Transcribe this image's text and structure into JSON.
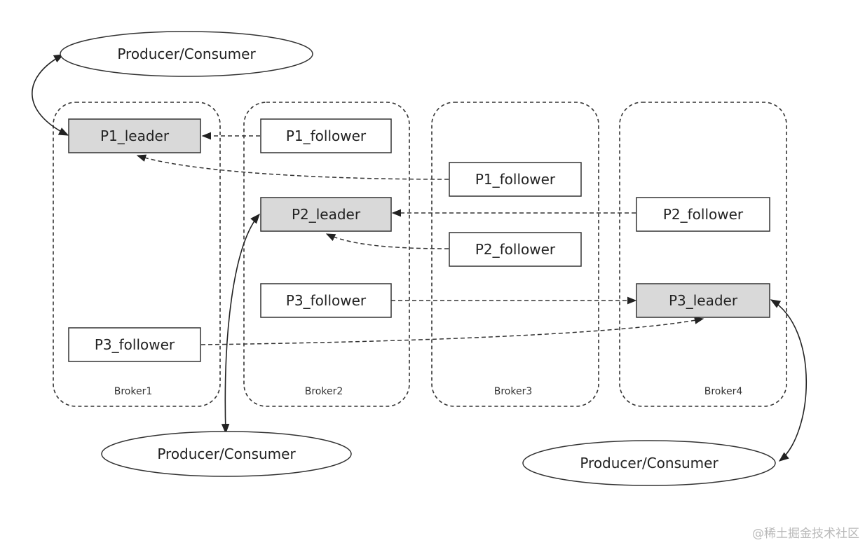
{
  "brokers": [
    "Broker1",
    "Broker2",
    "Broker3",
    "Broker4"
  ],
  "partitions": {
    "p1_leader": "P1_leader",
    "p1_follower_b2": "P1_follower",
    "p1_follower_b3": "P1_follower",
    "p2_leader": "P2_leader",
    "p2_follower_b3": "P2_follower",
    "p2_follower_b4": "P2_follower",
    "p3_leader": "P3_leader",
    "p3_follower_b1": "P3_follower",
    "p3_follower_b2": "P3_follower"
  },
  "clients": {
    "top": "Producer/Consumer",
    "middle": "Producer/Consumer",
    "bottom_right": "Producer/Consumer"
  },
  "colors": {
    "leader_fill": "#d9d9d9",
    "follower_fill": "#ffffff",
    "stroke": "#333333"
  },
  "watermark": "@稀土掘金技术社区"
}
